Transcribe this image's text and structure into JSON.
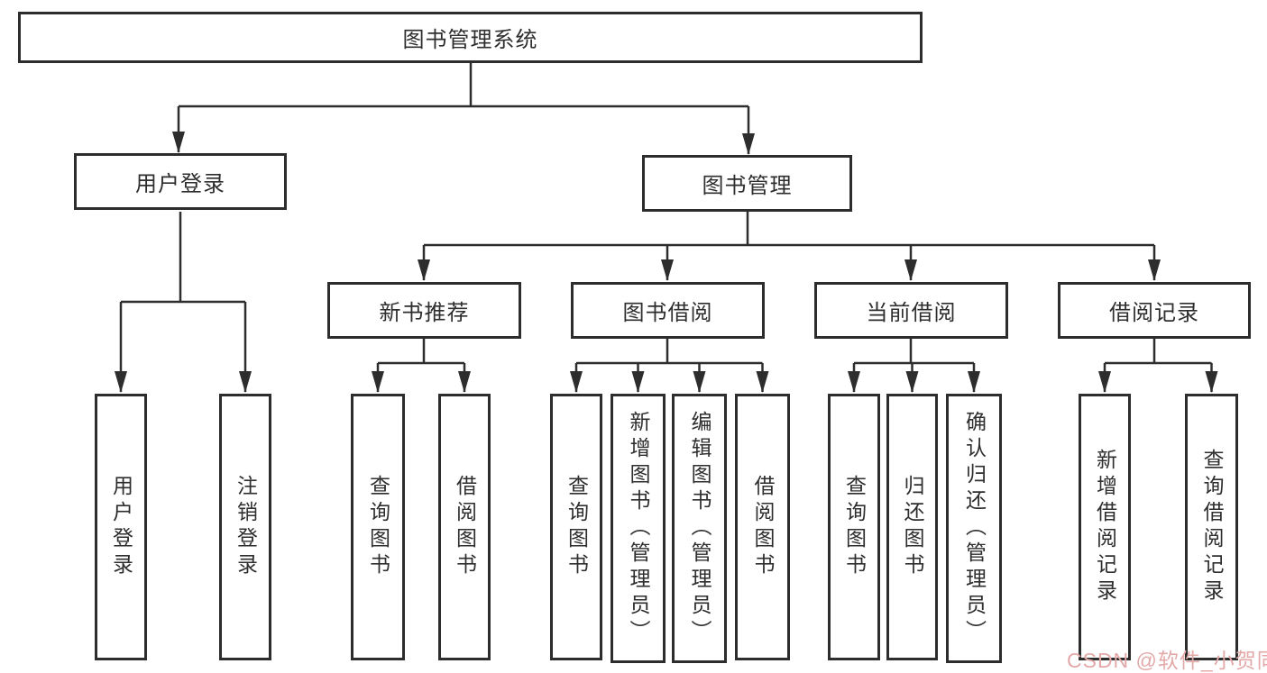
{
  "tree": {
    "label": "图书管理系统",
    "children": [
      {
        "label": "用户登录",
        "children": [
          {
            "label": "用户登录"
          },
          {
            "label": "注销登录"
          }
        ]
      },
      {
        "label": "图书管理",
        "children": [
          {
            "label": "新书推荐",
            "children": [
              {
                "label": "查询图书"
              },
              {
                "label": "借阅图书"
              }
            ]
          },
          {
            "label": "图书借阅",
            "children": [
              {
                "label": "查询图书"
              },
              {
                "label": "新增图书（管理员）"
              },
              {
                "label": "编辑图书（管理员）"
              },
              {
                "label": "借阅图书"
              }
            ]
          },
          {
            "label": "当前借阅",
            "children": [
              {
                "label": "查询图书"
              },
              {
                "label": "归还图书"
              },
              {
                "label": "确认归还（管理员）"
              }
            ]
          },
          {
            "label": "借阅记录",
            "children": [
              {
                "label": "新增借阅记录"
              },
              {
                "label": "查询借阅记录"
              }
            ]
          }
        ]
      }
    ]
  },
  "watermark": {
    "text": "CSDN @软件_小贺同学",
    "color": "#e3a9a9"
  },
  "colors": {
    "line": "#2d2d2d",
    "box_border": "#2d2d2d",
    "text": "#2e2e2e",
    "background": "#ffffff"
  }
}
